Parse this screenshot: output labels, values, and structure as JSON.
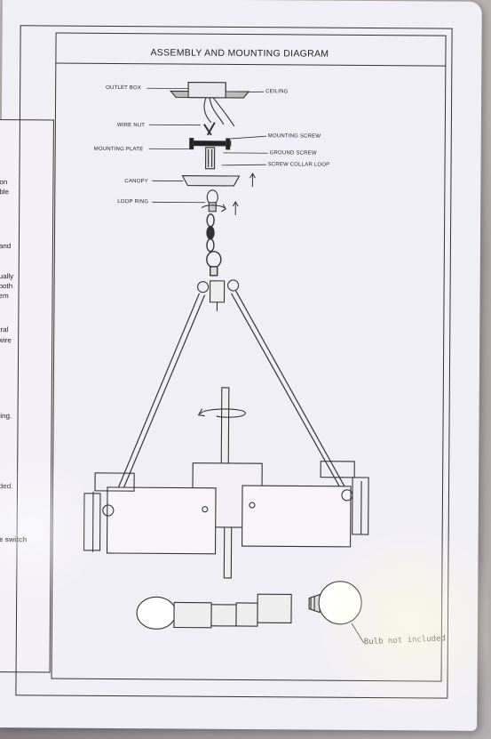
{
  "diagram": {
    "title": "ASSEMBLY AND MOUNTING DIAGRAM",
    "labels_left": {
      "outlet_box": "OUTLET BOX",
      "wire_nut": "WIRE NUT",
      "mounting_plate": "MOUNTING PLATE",
      "canopy": "CANOPY",
      "loop_ring": "LOOP RING"
    },
    "labels_right": {
      "ceiling": "CEILING",
      "mounting_screw": "MOUNTING SCREW",
      "ground_screw": "GROUND SCREW",
      "screw_collar_loop": "SCREW COLLAR LOOP"
    },
    "bulb_note": "Bulb not included"
  },
  "left_page_fragments": [
    "on",
    "ble",
    "and",
    "ually",
    "both",
    "em",
    "tral",
    "wire",
    "ring.",
    "ided.",
    "le switch"
  ]
}
